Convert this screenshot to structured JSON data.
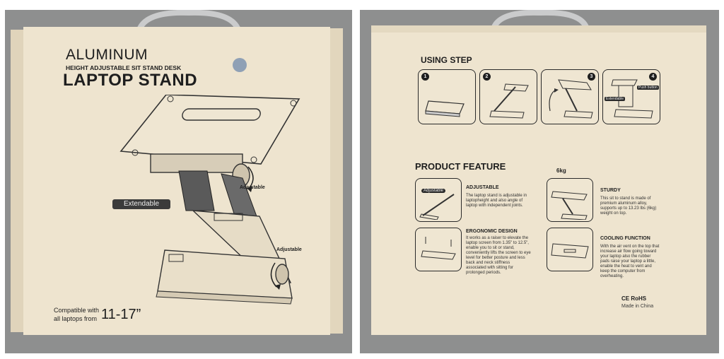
{
  "front": {
    "brand": "ALUMINUM",
    "subtitle": "HEIGHT ADJUSTABLE SIT STAND DESK",
    "title": "LAPTOP STAND",
    "label_extendable": "Extendable",
    "label_adjustable_top": "Adjustable",
    "label_adjustable_bottom": "Adjustable",
    "compat_line1": "Compatible with",
    "compat_line2": "all laptops from",
    "compat_size": "11-17”"
  },
  "back": {
    "using_step": "USING STEP",
    "steps": [
      "1",
      "2",
      "3",
      "4"
    ],
    "step4_tag_extendable": "Extendable",
    "step4_tag_push": "Push button",
    "product_feature": "PRODUCT FEATURE",
    "features": {
      "adjustable": {
        "title": "ADJUSTABLE",
        "tag": "Adjustable",
        "text": "The laptop stand is adjustable in laptopheight and also angle of laptop with independent joints."
      },
      "sturdy": {
        "title": "STURDY",
        "badge": "6kg",
        "text": "This sit to stand is made of premium aluminum alloy, supports up to 13.23 lbs (6kg) weight on top."
      },
      "ergonomic": {
        "title": "ERGONOMIC DESIGN",
        "text": "It works as a raiser to elevate the laptop screen from 1.35\" to 12.5\", enable you to sit or stand, conveniently lifts the screen to eye level for better posture and less back and neck stiffness associated with sitting for prolonged periods."
      },
      "cooling": {
        "title": "COOLING FUNCTION",
        "text": "With the air vent on the top that increase air flow going toward your laptop also the rubber pads raise your laptop a little, enable the heat to vent and keep the computer from overheating."
      }
    },
    "cert": "CE RoHS",
    "made_in": "Made in China"
  },
  "colors": {
    "box": "#eee4cf",
    "background": "#8e8f8f",
    "ink": "#1e1e1e",
    "dot": "#8fa0b5"
  }
}
